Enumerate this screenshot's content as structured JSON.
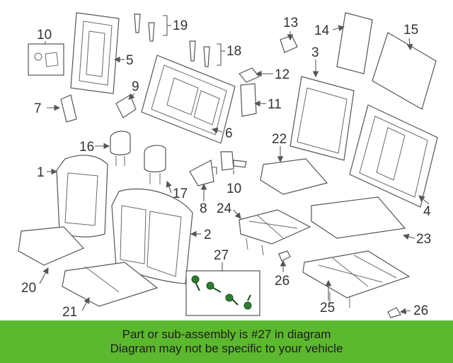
{
  "diagram": {
    "callouts": {
      "p1": "1",
      "p2": "2",
      "p3": "3",
      "p4": "4",
      "p5": "5",
      "p6": "6",
      "p7": "7",
      "p8": "8",
      "p9": "9",
      "p10a": "10",
      "p10b": "10",
      "p11": "11",
      "p12": "12",
      "p13": "13",
      "p14": "14",
      "p15": "15",
      "p16": "16",
      "p17": "17",
      "p18": "18",
      "p19": "19",
      "p20": "20",
      "p21": "21",
      "p22": "22",
      "p23": "23",
      "p24": "24",
      "p25": "25",
      "p26a": "26",
      "p26b": "26",
      "p27": "27"
    },
    "highlight_color": "#2e7d32"
  },
  "banner": {
    "line1": "Part or sub-assembly is #27 in diagram",
    "line2": "Diagram may not be specific to your vehicle",
    "background": "#5cb82e"
  }
}
